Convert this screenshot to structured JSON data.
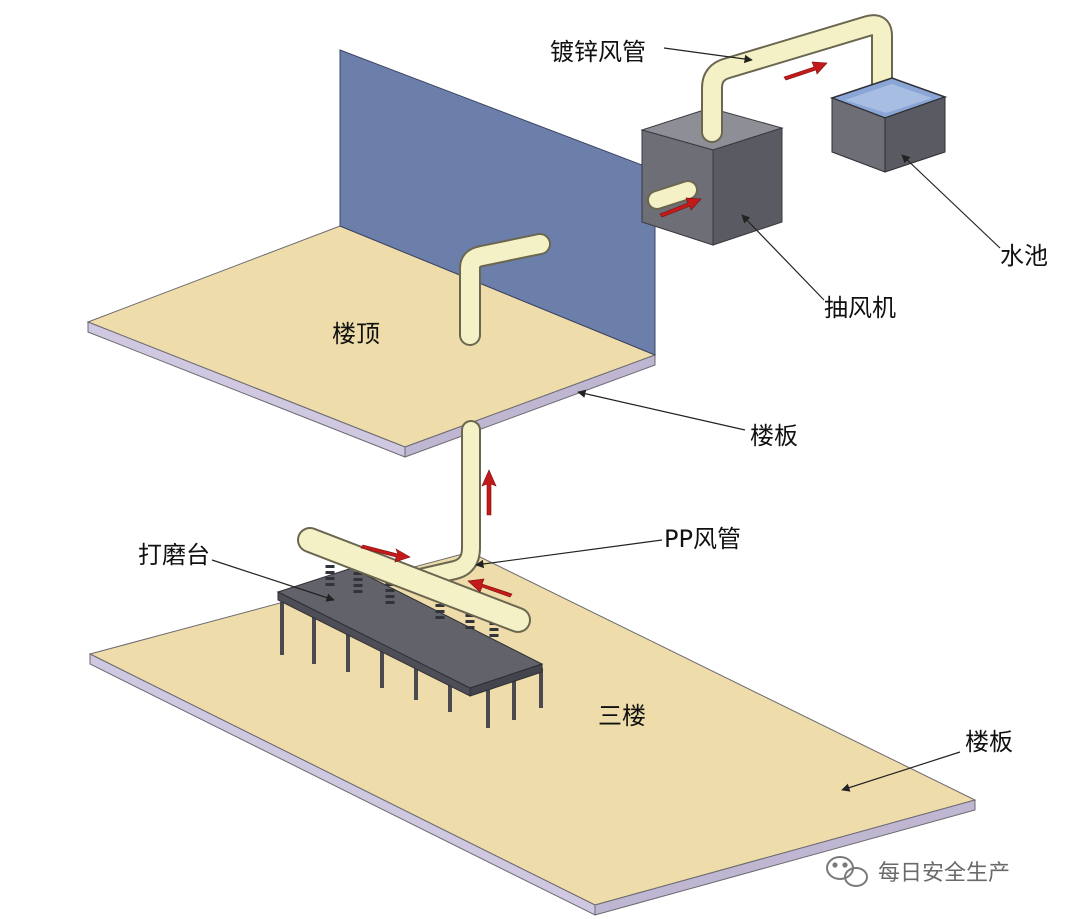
{
  "labels": {
    "galvanized_duct": "镀锌风管",
    "water_tank": "水池",
    "exhaust_fan": "抽风机",
    "roof": "楼顶",
    "roof_slab": "楼板",
    "pp_duct": "PP风管",
    "grinding_table": "打磨台",
    "third_floor": "三楼",
    "floor_slab": "楼板"
  },
  "watermark": {
    "text": "每日安全生产"
  },
  "colors": {
    "slab_top": "#eedcaa",
    "slab_edge": "#cfc8e0",
    "wall": "#6c7fab",
    "pipe": "#f4f1c6",
    "pipe_shade": "#c9c49a",
    "box": "#6c6c76",
    "water": "#8aa6d6",
    "arrow": "#c41a1a"
  }
}
